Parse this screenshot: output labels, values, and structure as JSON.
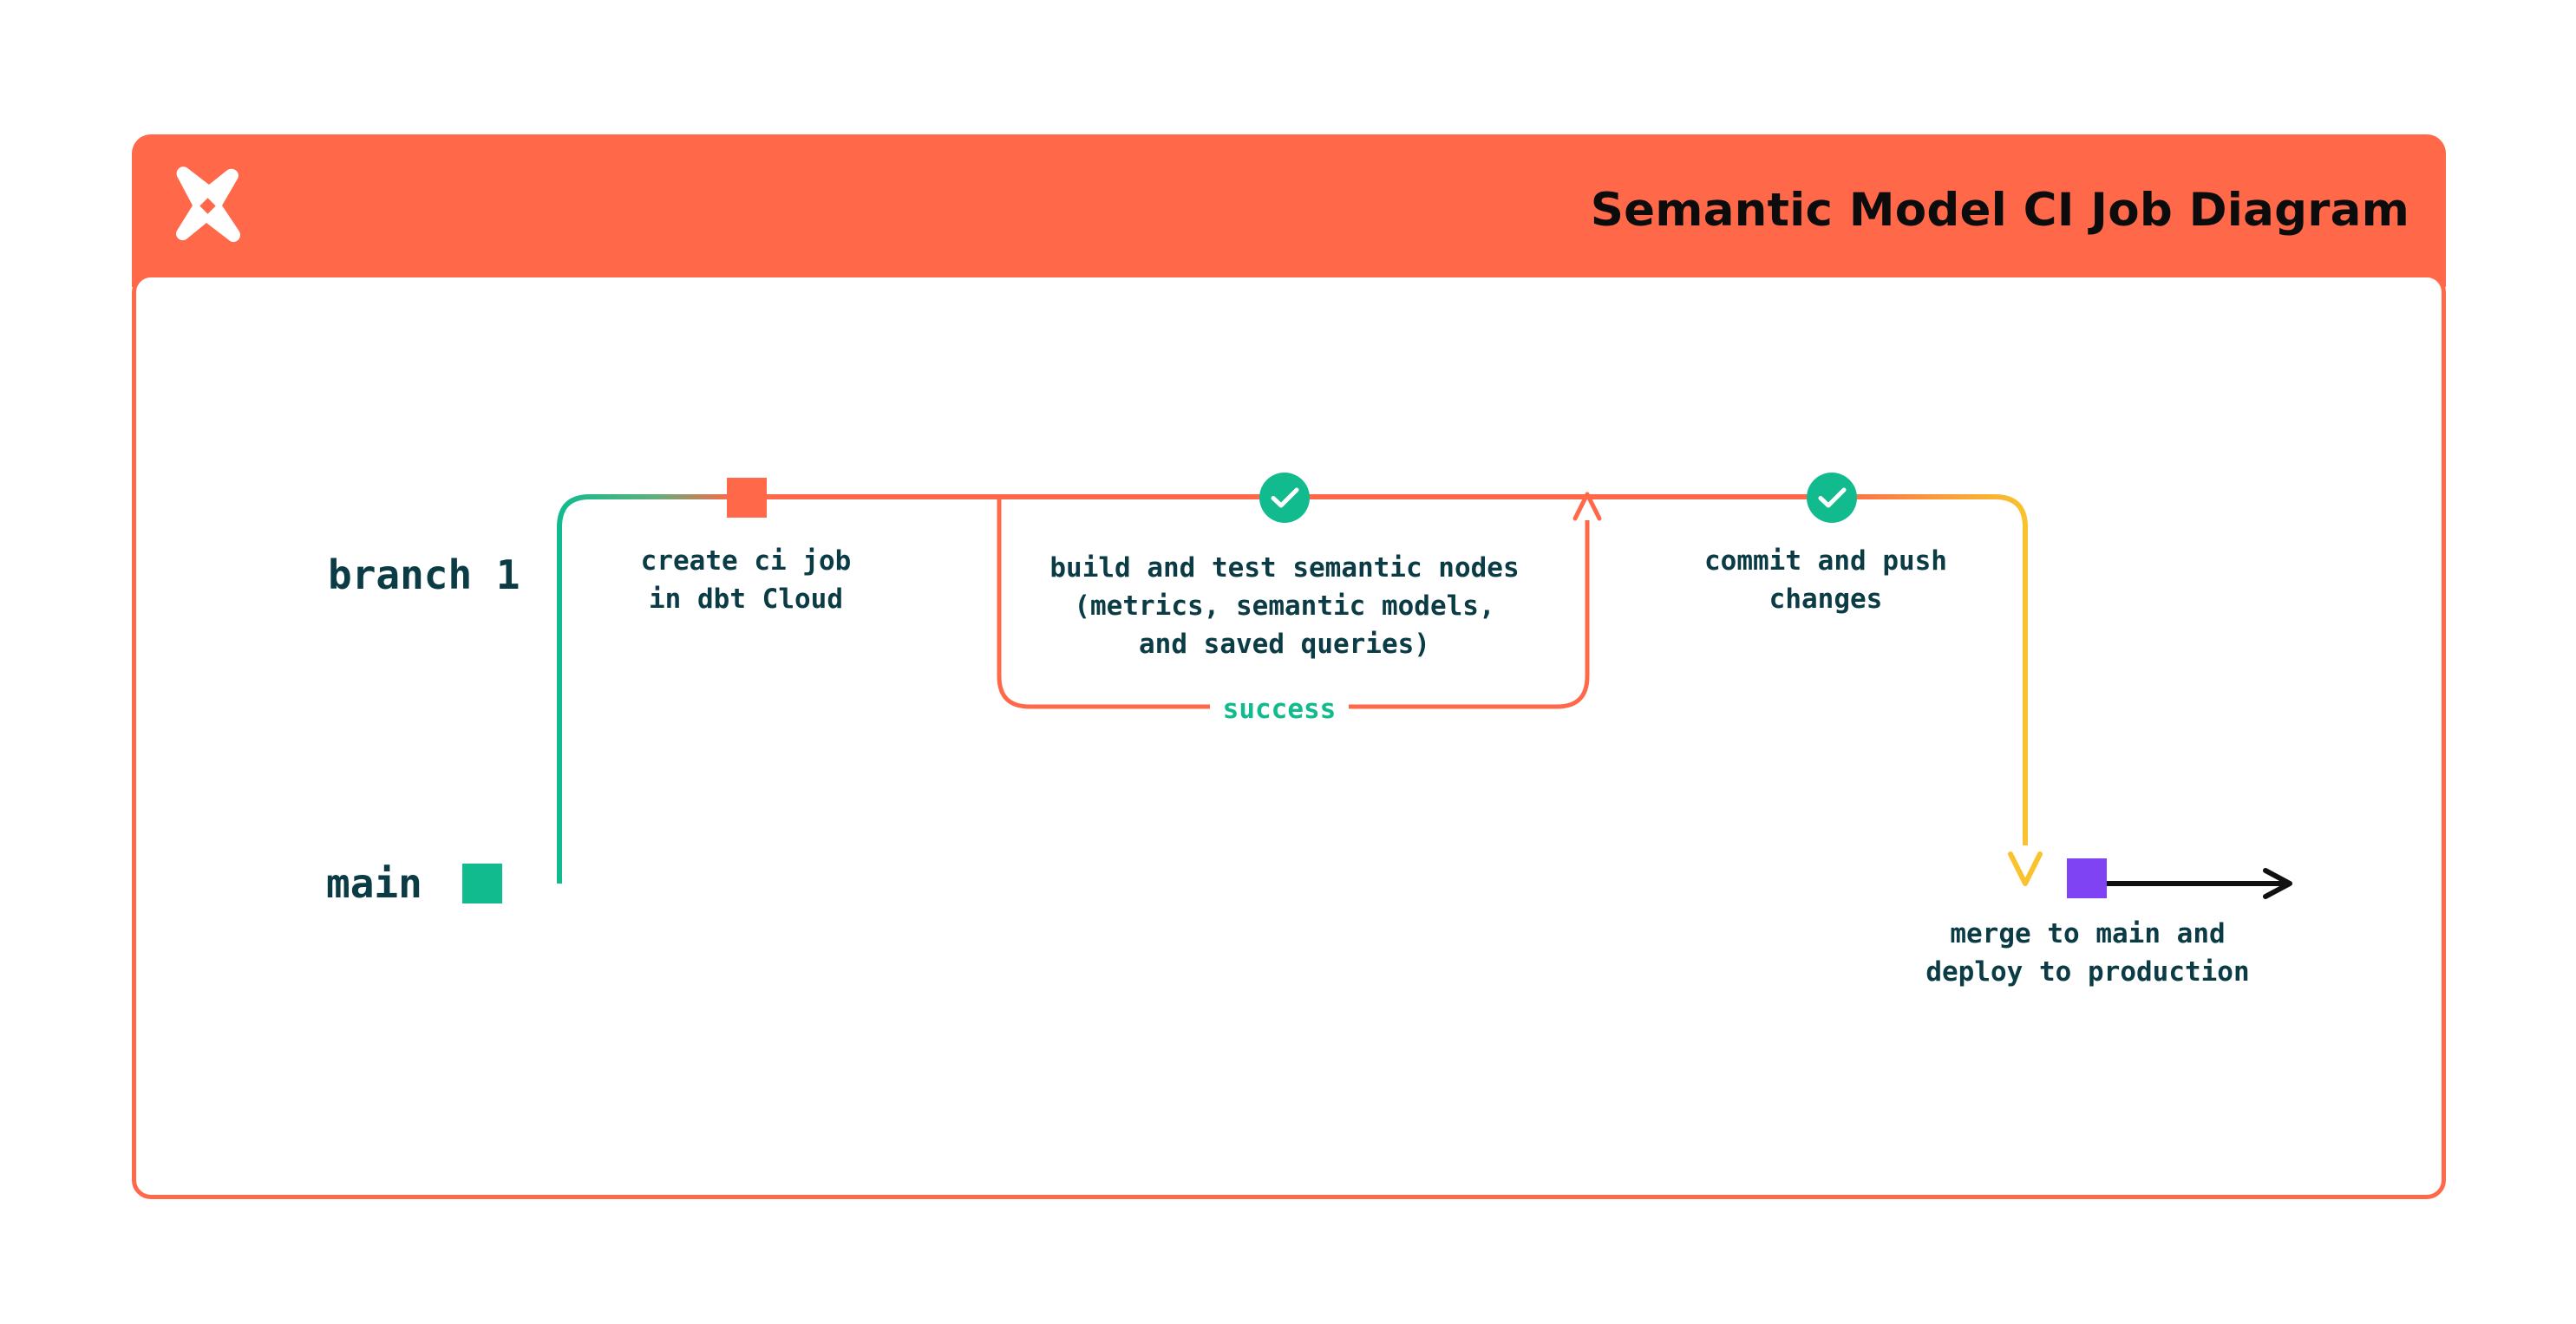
{
  "header": {
    "title": "Semantic Model CI Job Diagram",
    "logo_icon": "dbt-logo-icon",
    "background_color": "#FF694A"
  },
  "colors": {
    "accent_orange": "#FF694A",
    "green": "#12BB8E",
    "yellow": "#F9C22E",
    "purple": "#7F43F4",
    "text_dark": "#0B3B44",
    "arrow_black": "#111111"
  },
  "diagram": {
    "type": "git-branch-flow",
    "lanes": [
      {
        "id": "branch-1",
        "label": "branch 1"
      },
      {
        "id": "main",
        "label": "main"
      }
    ],
    "nodes": [
      {
        "id": "main-start",
        "lane": "main",
        "shape": "square",
        "color": "#12BB8E",
        "caption": ""
      },
      {
        "id": "create-ci-job",
        "lane": "branch-1",
        "shape": "square",
        "color": "#FF694A",
        "caption_line_1": "create ci job",
        "caption_line_2": "in dbt Cloud",
        "caption": "create ci job\nin dbt Cloud"
      },
      {
        "id": "build-and-test",
        "lane": "branch-1",
        "shape": "check-circle",
        "color": "#12BB8E",
        "icon": "checkmark-icon",
        "caption_line_1": "build and test semantic nodes",
        "caption_line_2": "(metrics, semantic models,",
        "caption_line_3": "and saved queries)",
        "caption": "build and test semantic nodes\n(metrics, semantic models,\nand saved queries)"
      },
      {
        "id": "commit-and-push",
        "lane": "branch-1",
        "shape": "check-circle",
        "color": "#12BB8E",
        "icon": "checkmark-icon",
        "caption_line_1": "commit and push",
        "caption_line_2": "changes",
        "caption": "commit and push\nchanges"
      },
      {
        "id": "merge-to-main",
        "lane": "main",
        "shape": "square",
        "color": "#7F43F4",
        "caption_line_1": "merge to main and",
        "caption_line_2": "deploy to production",
        "caption": "merge to main and\ndeploy to production"
      }
    ],
    "edges": [
      {
        "id": "branch-off",
        "from": "main-start",
        "to": "create-ci-job",
        "color": "#12BB8E"
      },
      {
        "id": "retry-loop",
        "from": "build-and-test",
        "to": "build-and-test",
        "label": "success",
        "label_color": "#12BB8E",
        "color": "#FF694A"
      },
      {
        "id": "merge-down",
        "from": "commit-and-push",
        "to": "merge-to-main",
        "color": "#F9C22E"
      },
      {
        "id": "continue",
        "from": "merge-to-main",
        "to": "",
        "color": "#111111",
        "arrow": true
      }
    ],
    "loop_label": "success"
  }
}
